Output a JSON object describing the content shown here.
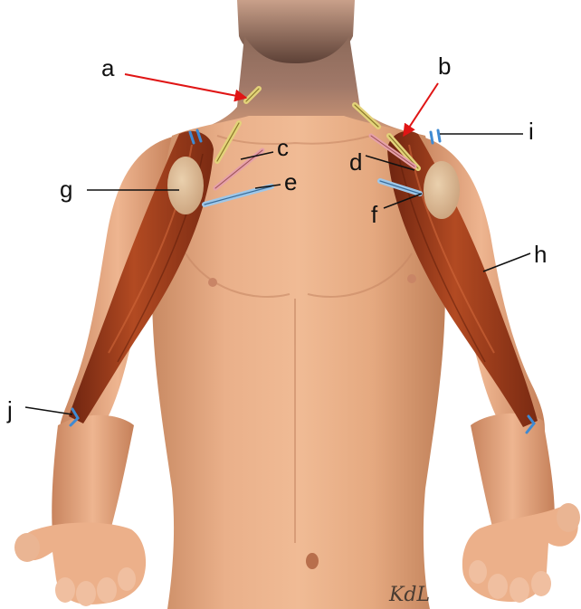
{
  "colors": {
    "background": "#ffffff",
    "skin_base": "#e8a57e",
    "skin_light": "#f3c4a1",
    "skin_shadow": "#b9734f",
    "muscle": "#9c3a1c",
    "muscle_dark": "#6e2410",
    "muscle_light": "#c45a30",
    "tendon_pad": "#d9b48f",
    "nerve_yellow": "#e3d27a",
    "nerve_pink": "#e6a0a8",
    "nerve_blue": "#9fc7e8",
    "anchor_blue": "#3f8ad2",
    "pointer_red": "#e01515",
    "pointer_black": "#111111"
  },
  "labels": {
    "a": "a",
    "b": "b",
    "c": "c",
    "d": "d",
    "e": "e",
    "f": "f",
    "g": "g",
    "h": "h",
    "i": "i",
    "j": "j"
  },
  "signature": "KdL"
}
